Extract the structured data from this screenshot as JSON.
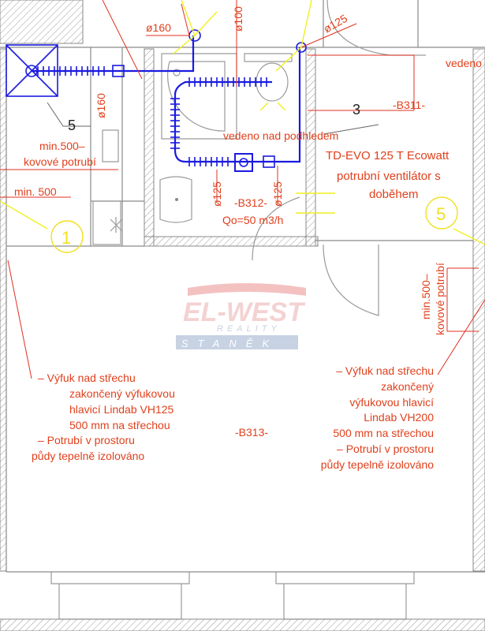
{
  "labels": {
    "d160_top": "ø160",
    "d100": "ø100",
    "d125_top": "ø125",
    "vedeno_cut": "vedeno",
    "b311": "-B311-",
    "ref3": "3",
    "ref5": "5",
    "min500_left_a": "min.500–",
    "min500_left_b": "kovové potrubí",
    "min500": "min. 500",
    "d160_vert": "ø160",
    "vedeno_nad_podhledem": "vedeno nad podhledem",
    "fan_line1": "TD-EVO 125 T Ecowatt",
    "fan_line2": "potrubní ventilátor s",
    "fan_line3": "doběhem",
    "d125_a": "ø125",
    "d125_b": "ø125",
    "b312": "-B312-",
    "flow": "Qo=50 m3/h",
    "circle1": "1",
    "circle5": "5",
    "min500_right_a": "min.500–",
    "min500_right_b": "kovové potrubí",
    "b313": "-B313-"
  },
  "note_left": [
    "–    Výfuk nad střechu",
    "zakončený výfukovou",
    "hlavicí Lindab VH125",
    "500 mm na střechou",
    "–    Potrubí v prostoru",
    "půdy tepelně izolováno"
  ],
  "note_right": [
    "–    Výfuk nad střechu",
    "zakončený",
    "výfukovou hlavicí",
    "Lindab VH200",
    "500 mm na střechou",
    "–    Potrubí v prostoru",
    "půdy tepelně izolováno"
  ],
  "watermark": {
    "brand": "EL-WEST",
    "line2": "REALITY",
    "line3": "STANĚK"
  },
  "colors": {
    "annotation": "#e0401c",
    "duct": "#1a1ae0",
    "leader": "#f0f020",
    "wall": "#8a8a8a"
  }
}
